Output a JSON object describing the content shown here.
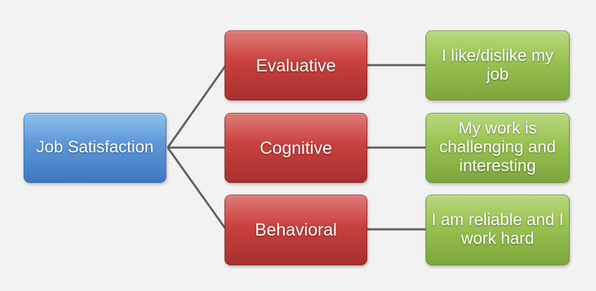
{
  "root": {
    "label": "Job Satisfaction"
  },
  "branches": [
    {
      "label": "Evaluative",
      "detail": "I like/dislike my job"
    },
    {
      "label": "Cognitive",
      "detail": "My work is challenging and interesting"
    },
    {
      "label": "Behavioral",
      "detail": "I am reliable and I work hard"
    }
  ],
  "colors": {
    "background": "#f2f2f2",
    "root": "#4f86cf",
    "branch": "#c0504d",
    "leaf": "#8db347",
    "connector": "#5f5f5f"
  }
}
